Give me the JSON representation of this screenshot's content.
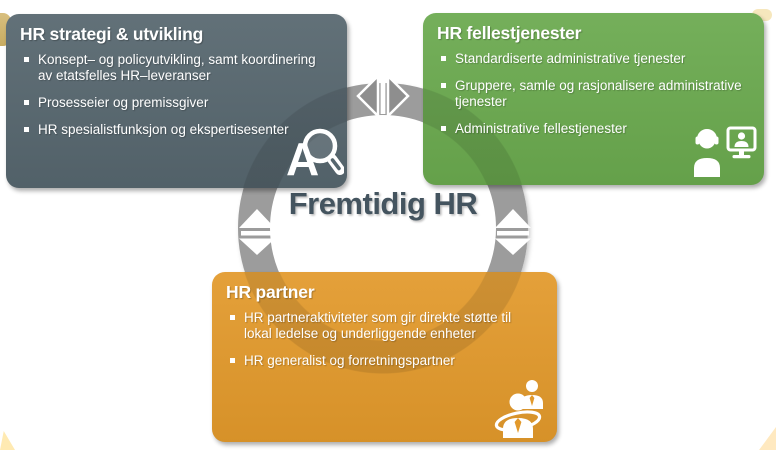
{
  "slide": {
    "center_label": "Fremtidig HR",
    "boxes": {
      "strategy": {
        "title": "HR strategi & utvikling",
        "bullets": [
          "Konsept– og policyutvikling, samt koordinering av etatsfelles HR–leveranser",
          "Prosesseier og premissgiver",
          "HR spesialistfunksjon og ekspertisesenter"
        ],
        "icon": "magnifier-a-icon"
      },
      "shared_services": {
        "title": "HR fellestjenester",
        "bullets": [
          "Standardiserte administrative tjenester",
          "Gruppere, samle og rasjonalisere administrative tjenester",
          "Administrative fellestjenester"
        ],
        "icon": "person-headset-video-call-icon"
      },
      "partner": {
        "title": "HR partner",
        "bullets": [
          "HR partneraktiviteter som gir direkte støtte til lokal ledelse og underliggende enheter",
          "HR generalist og forretningspartner"
        ],
        "icon": "business-partners-icon"
      }
    },
    "colors": {
      "slate": "#56666e",
      "green": "#6aa94e",
      "orange": "#e2992b",
      "ring": "#9c9c9c",
      "center_text": "#44545f",
      "arrow_gray": "#8e8e8e"
    }
  }
}
